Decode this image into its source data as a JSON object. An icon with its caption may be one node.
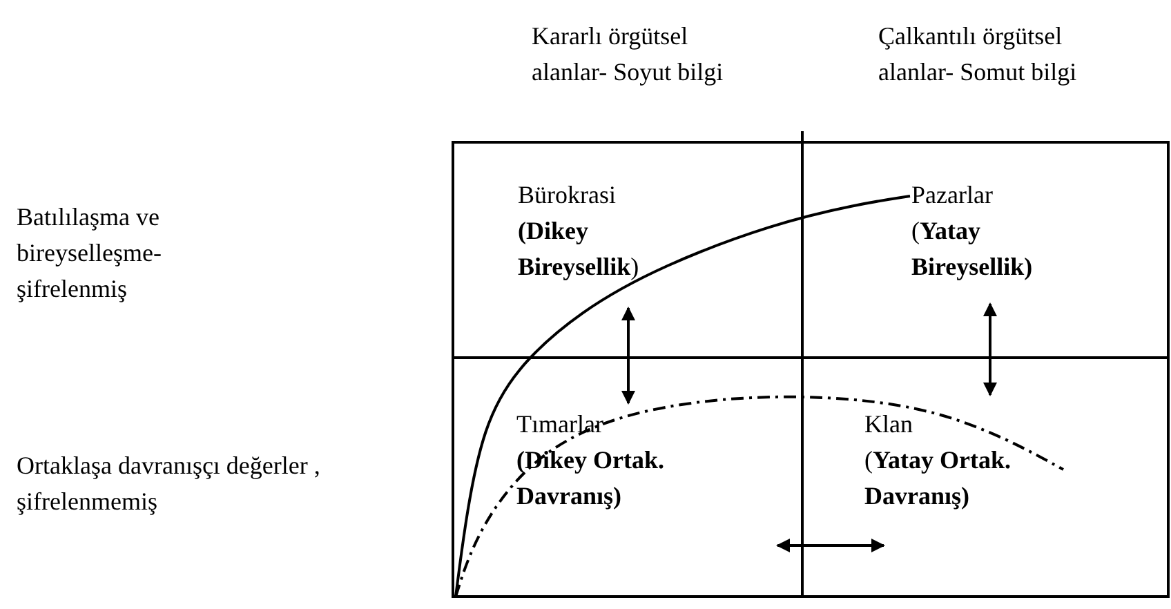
{
  "diagram": {
    "nodes": [
      {
        "text": [
          "Bürokrasi",
          "**(Dikey Bireysellik**)"
        ]
      },
      {
        "text": [
          "Pazarlar",
          "(**Yatay Bireysellik)**"
        ]
      },
      {
        "text": [
          "Tımarlar",
          "(Dikey Ortak. Davranış)"
        ]
      },
      {
        "text": [
          "Klan",
          "(**Yatay Ortak. Davranış)**"
        ]
      }
    ],
    "edges": [
      {
        "from": 0,
        "to": 2,
        "arrow": "both"
      },
      {
        "from": 1,
        "to": 3,
        "arrow": "both"
      },
      {
        "from": null,
        "to": 1,
        "arrow": "none"
      }
    ],
    "labels": [
      "Kararlı örgütsel alanlar- Soyut bilgi",
      "Çalkantılı örgütsel alanlar- Somut bilgi",
      "Batılılaşma ve bireyselleşme- şifrelenmiş",
      "Ortaklaşa davranışçı değerler , şifrelenmemiş"
    ]
  }
}
